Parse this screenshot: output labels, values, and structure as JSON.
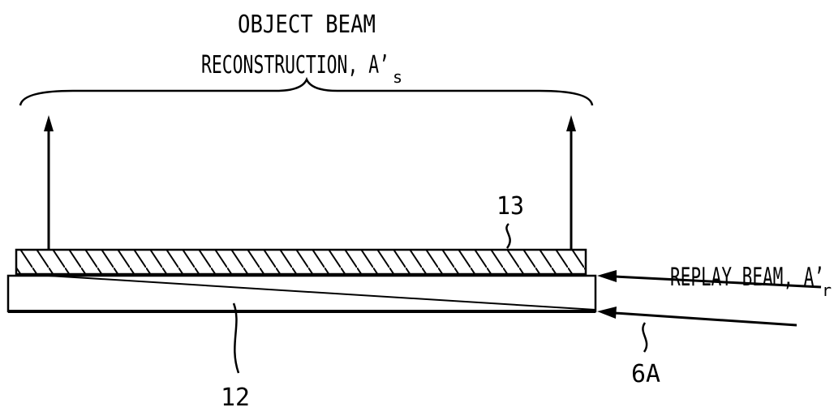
{
  "object_beam": {
    "line1": "OBJECT BEAM",
    "line2": "RECONSTRUCTION, A’",
    "subscript": "s"
  },
  "replay_beam": {
    "label": "REPLAY BEAM, A’",
    "subscript": "r"
  },
  "refs": {
    "layer_13": "13",
    "substrate_12": "12",
    "beam_6a": "6A"
  }
}
